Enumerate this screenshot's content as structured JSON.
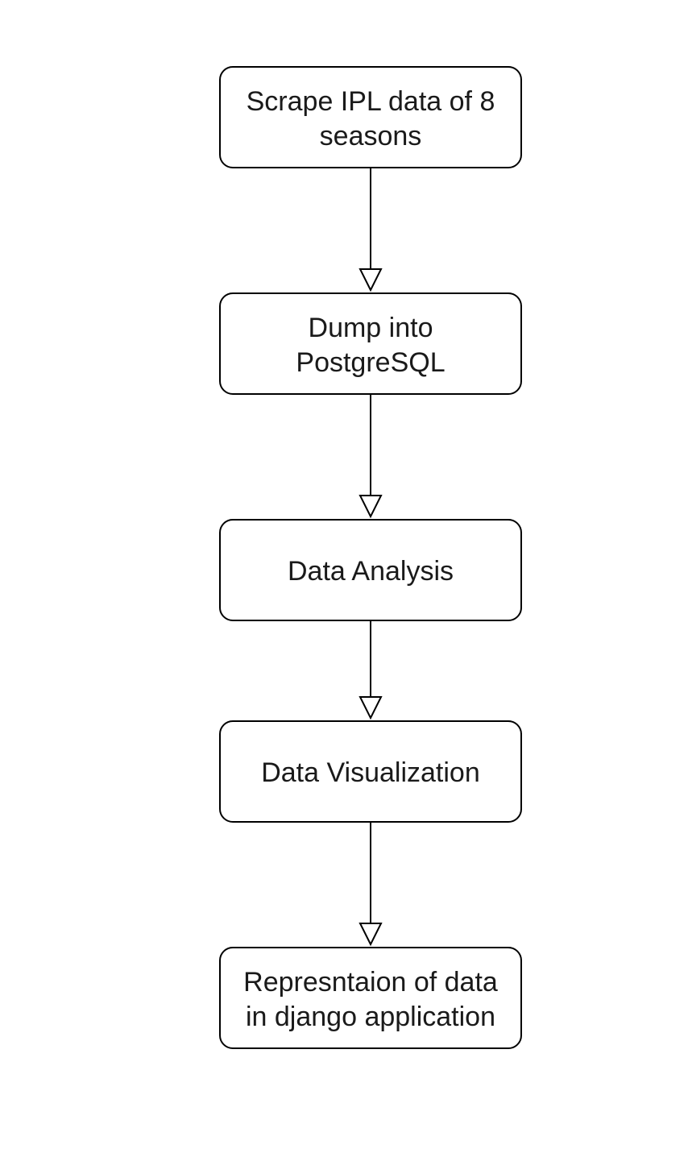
{
  "diagram": {
    "type": "flowchart",
    "direction": "top-to-bottom",
    "colors": {
      "background": "#ffffff",
      "stroke": "#000000",
      "box_fill": "#ffffff",
      "text": "#1a1a1a",
      "arrowhead_fill": "#ffffff"
    },
    "nodes": [
      {
        "id": "scrape",
        "lines": [
          "Scrape IPL data of 8",
          "seasons"
        ]
      },
      {
        "id": "dump",
        "lines": [
          "Dump into",
          "PostgreSQL"
        ]
      },
      {
        "id": "analysis",
        "lines": [
          "Data Analysis"
        ]
      },
      {
        "id": "visualize",
        "lines": [
          "Data Visualization"
        ]
      },
      {
        "id": "represent",
        "lines": [
          "Represntaion of data",
          "in django application"
        ]
      }
    ],
    "edges": [
      {
        "from": "scrape",
        "to": "dump",
        "head": "hollow-triangle"
      },
      {
        "from": "dump",
        "to": "analysis",
        "head": "hollow-triangle"
      },
      {
        "from": "analysis",
        "to": "visualize",
        "head": "hollow-triangle"
      },
      {
        "from": "visualize",
        "to": "represent",
        "head": "hollow-triangle"
      }
    ]
  }
}
